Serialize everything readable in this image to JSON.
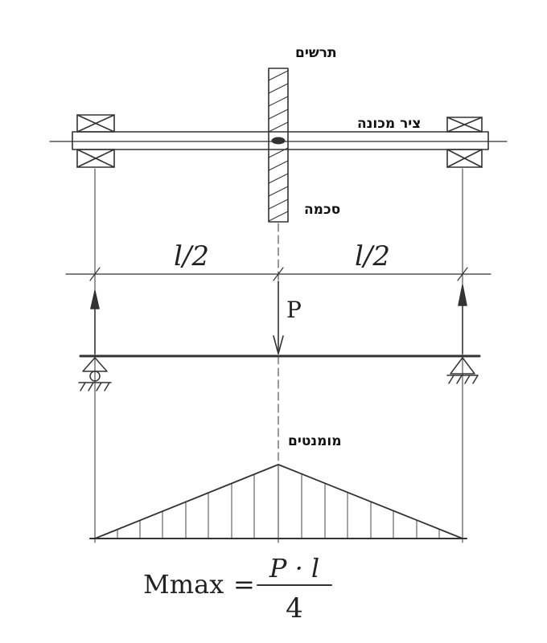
{
  "labels": {
    "drawing": "תרשים",
    "machine_axis": "ציר מכונה",
    "schematic": "סכמה",
    "moments": "מומנטים"
  },
  "dimensions": {
    "left_span": "l/2",
    "right_span": "l/2",
    "load": "P"
  },
  "formula": {
    "lhs": "Mmax",
    "equals": "=",
    "numerator": "P · l",
    "denominator": "4"
  }
}
